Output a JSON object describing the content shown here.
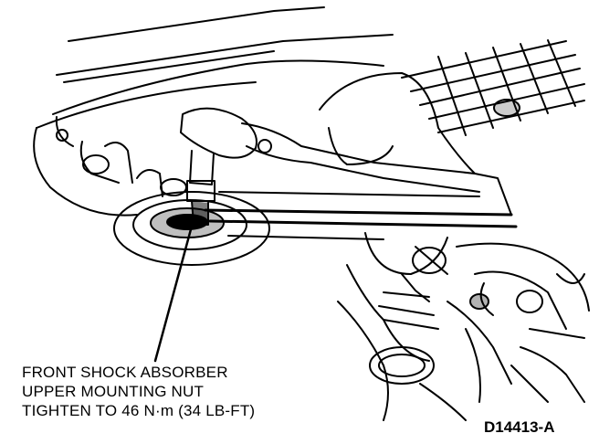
{
  "callout": {
    "line1": "FRONT SHOCK ABSORBER",
    "line2": "UPPER MOUNTING NUT",
    "line3": "TIGHTEN TO 46 N·m (34 LB-FT)"
  },
  "figure_id": "D14413-A",
  "colors": {
    "ink": "#000000",
    "paper": "#ffffff"
  }
}
